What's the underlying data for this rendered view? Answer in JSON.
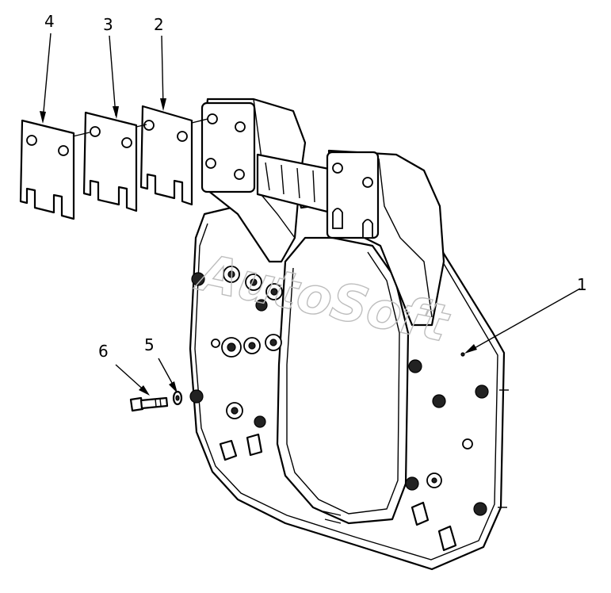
{
  "colors": {
    "line": "#000000",
    "watermark": "#bdbdbd",
    "background": "#ffffff"
  },
  "watermark": {
    "text": "AutoSoft"
  },
  "callouts": [
    {
      "id": "4",
      "label": "4"
    },
    {
      "id": "3",
      "label": "3"
    },
    {
      "id": "2",
      "label": "2"
    },
    {
      "id": "1",
      "label": "1"
    },
    {
      "id": "6",
      "label": "6"
    },
    {
      "id": "5",
      "label": "5"
    }
  ]
}
